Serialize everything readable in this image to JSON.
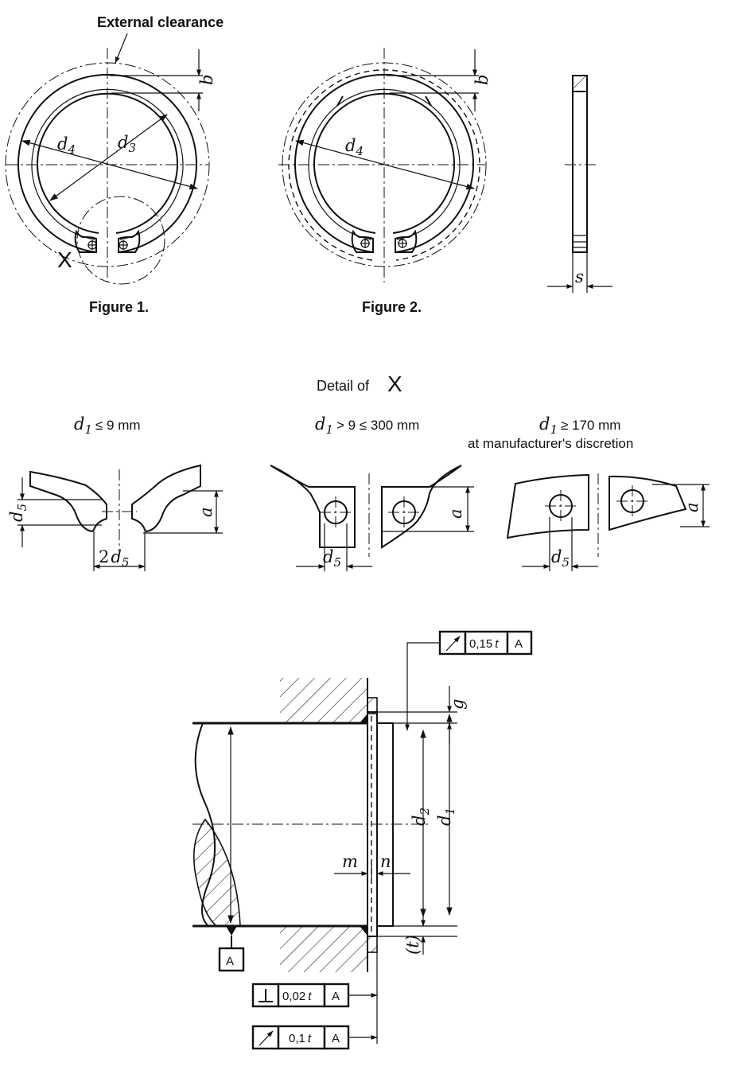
{
  "figure1": {
    "caption": "Figure 1.",
    "note": "External clearance",
    "detail_marker": "X"
  },
  "figure2": {
    "caption": "Figure 2."
  },
  "symbols": {
    "b": "b",
    "s": "s",
    "d": "d",
    "a": "a",
    "m": "m",
    "n": "n",
    "g": "g",
    "t_paren": "(t)",
    "sub1": "1",
    "sub2": "2",
    "sub3": "3",
    "sub4": "4",
    "sub5": "5",
    "two": "2"
  },
  "detail": {
    "title": "Detail of",
    "marker": "X",
    "cases": [
      {
        "cond": "≤ 9 mm"
      },
      {
        "cond": "> 9 ≤ 300 mm"
      },
      {
        "cond": "≥ 170 mm",
        "note": "at manufacturer's discretion"
      }
    ]
  },
  "tolerances": {
    "top": {
      "symbol": "runout-icon",
      "value": "0,15",
      "var": "t",
      "datum": "A"
    },
    "perp": {
      "symbol": "perpendicularity-icon",
      "value": "0,02",
      "var": "t",
      "datum": "A"
    },
    "bottom": {
      "symbol": "runout-icon",
      "value": "0,1",
      "var": "t",
      "datum": "A"
    },
    "datum_label": "A"
  }
}
